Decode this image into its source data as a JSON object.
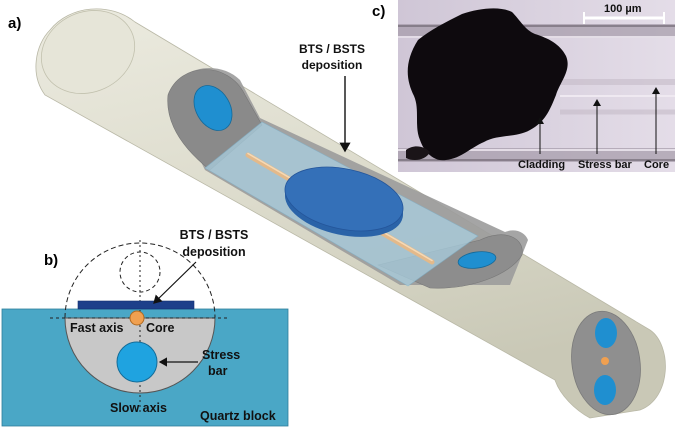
{
  "panels": {
    "a": "a)",
    "b": "b)",
    "c": "c)"
  },
  "panel_a": {
    "deposition_label_line1": "BTS / BSTS",
    "deposition_label_line2": "deposition"
  },
  "panel_b": {
    "deposition_label_line1": "BTS / BSTS",
    "deposition_label_line2": "deposition",
    "fast_axis": "Fast axis",
    "core": "Core",
    "stress_bar_line1": "Stress",
    "stress_bar_line2": "bar",
    "slow_axis": "Slow axis",
    "quartz_block": "Quartz block"
  },
  "panel_c": {
    "scale_bar": "100 µm",
    "cladding": "Cladding",
    "stress_bar": "Stress bar",
    "core": "Core"
  },
  "colors": {
    "fiber_body": "#e2e1d3",
    "fiber_shadow": "#cfcebd",
    "polished_face": "#8f8f8f",
    "stress_rod": "#1f8fd0",
    "film": "#2f6cb5",
    "quartz_block": "#4aa7c6",
    "core_orange": "#f0a050",
    "microscope_bg": "#d8cfe0"
  }
}
